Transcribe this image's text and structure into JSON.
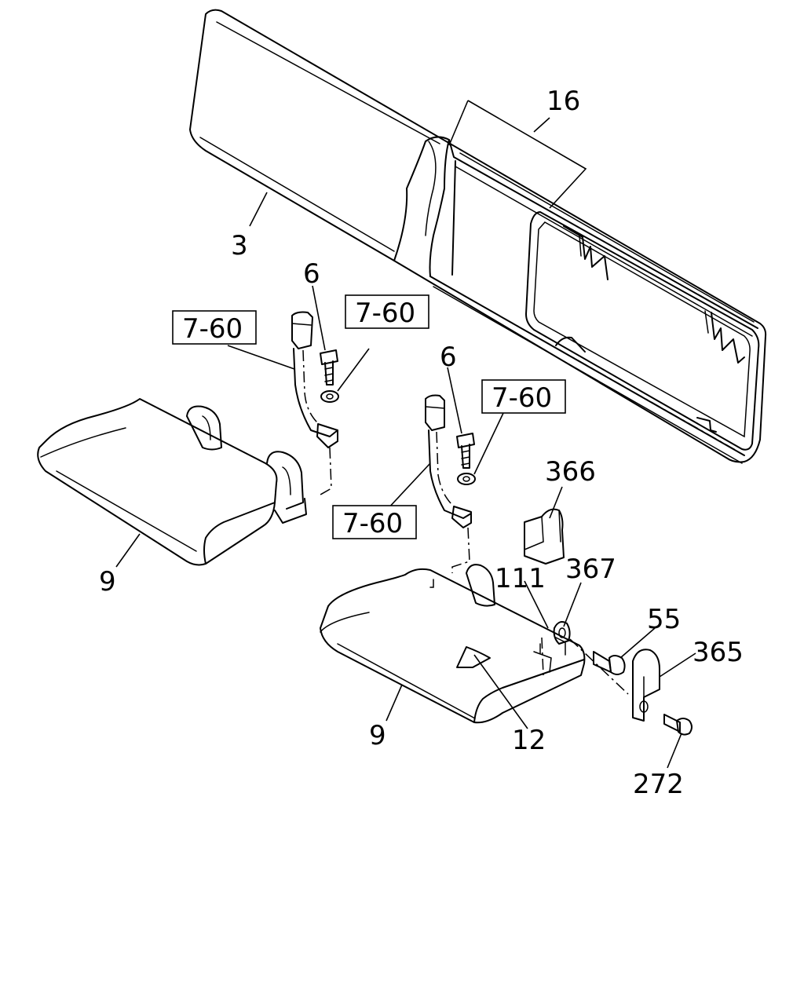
{
  "labels": {
    "seat_back": "3",
    "frame_cover": "16",
    "bolt_left": "6",
    "bolt_right": "6",
    "cushion_left": "9",
    "cushion_right": "9",
    "tag": "12",
    "bracket_top": "366",
    "bushing": "367",
    "spacer": "111",
    "hinge_bolt": "55",
    "hinge_bracket": "365",
    "bracket_bolt": "272"
  },
  "references": {
    "ref_belt_left": "7-60",
    "ref_washer_left": "7-60",
    "ref_washer_right": "7-60",
    "ref_belt_right": "7-60"
  }
}
